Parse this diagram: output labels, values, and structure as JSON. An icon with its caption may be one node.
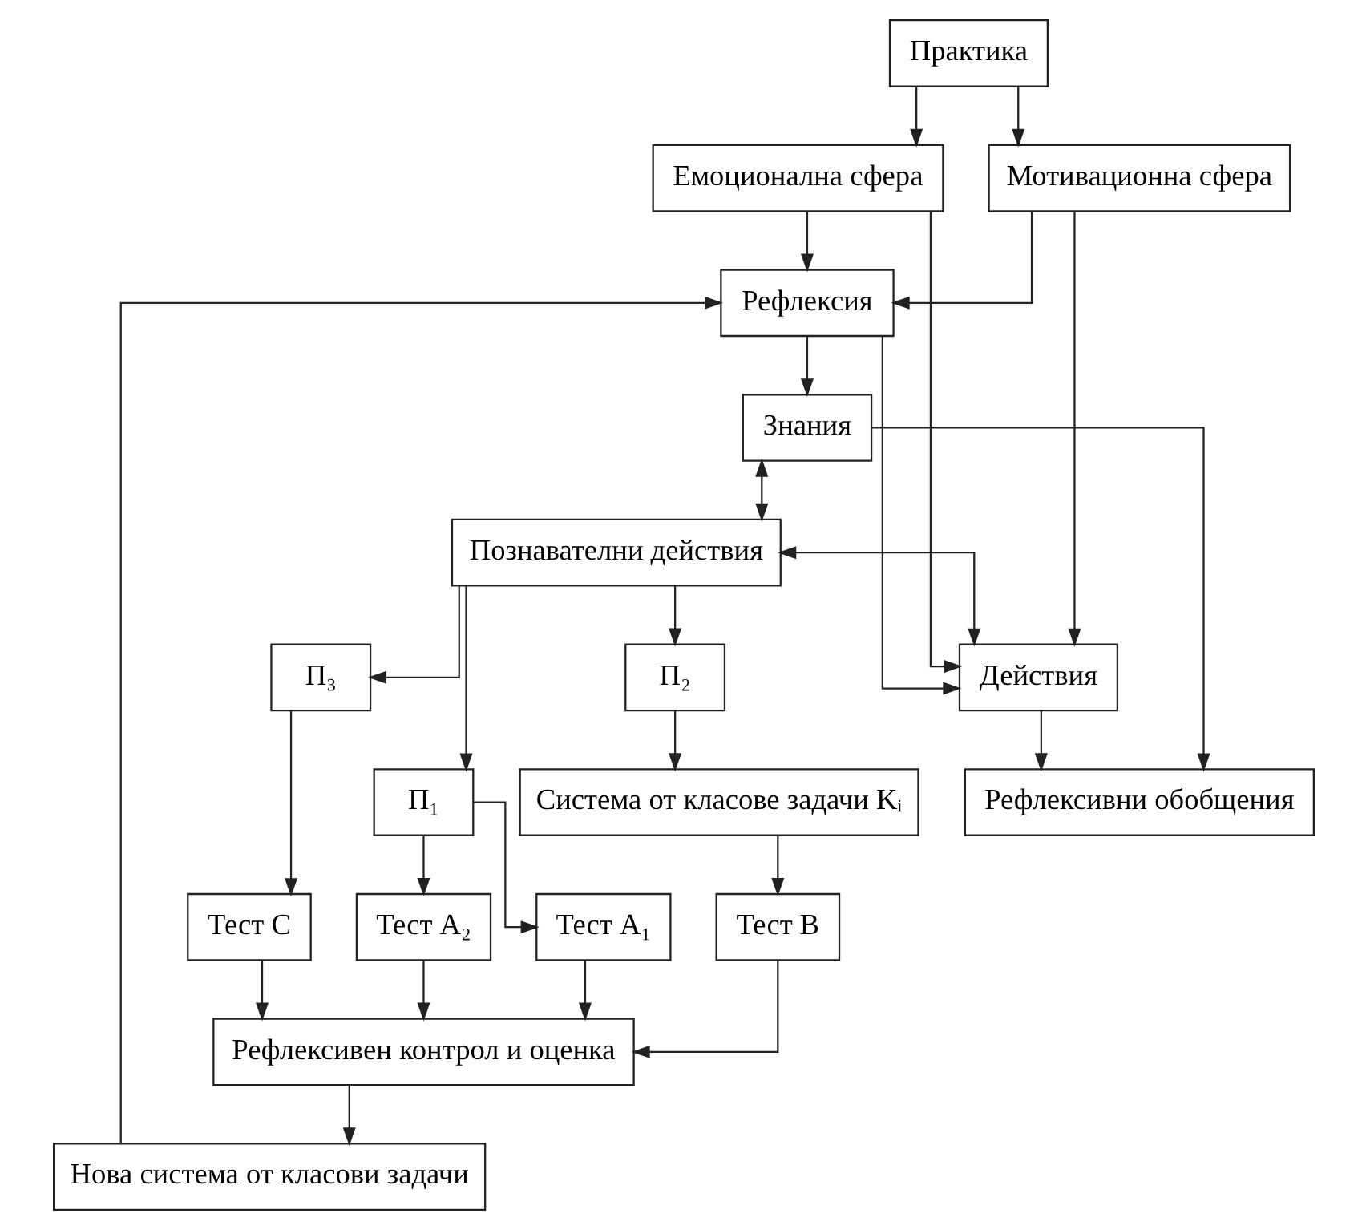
{
  "diagram": {
    "nodes": [
      {
        "text": [
          "Рефлексия"
        ]
      },
      {
        "text": [
          "Знания"
        ]
      },
      {
        "text": [
          "Рефлексивни обобщения"
        ]
      },
      {
        "text": [
          "Действия"
        ]
      },
      {
        "text": [
          "Емоционална сфера"
        ]
      },
      {
        "text": [
          "Практика"
        ]
      },
      {
        "text": [
          "Познавателни действия"
        ]
      },
      {
        "text": [
          "Мотивационна сфера"
        ]
      },
      {
        "text": [
          "П₁"
        ]
      },
      {
        "text": [
          "П₂"
        ]
      },
      {
        "text": [
          "П₃"
        ]
      },
      {
        "text": [
          "Нова система от класови задачи"
        ]
      },
      {
        "text": [
          "Тест A₁"
        ]
      },
      {
        "text": [
          "Тест A₂"
        ]
      },
      {
        "text": [
          "Тест C"
        ]
      },
      {
        "text": [
          "Система от класове задачи Kᵢ"
        ]
      },
      {
        "text": [
          "Тест B"
        ]
      },
      {
        "text": [
          "Рефлексивен контрол и оценка"
        ]
      }
    ],
    "edges": [
      {
        "from": 0,
        "to": 1,
        "arrow": "to"
      },
      {
        "from": 0,
        "to": 3,
        "arrow": "to"
      },
      {
        "from": 1,
        "to": 2,
        "arrow": "to"
      },
      {
        "from": 3,
        "to": 2,
        "arrow": "to"
      },
      {
        "from": 4,
        "to": 3,
        "arrow": "to"
      },
      {
        "from": 4,
        "to": 0,
        "arrow": "to"
      },
      {
        "from": 7,
        "to": 0,
        "arrow": "to"
      },
      {
        "from": 5,
        "to": 4,
        "arrow": "to"
      },
      {
        "from": 5,
        "to": 7,
        "arrow": "to"
      },
      {
        "from": 7,
        "to": 3,
        "arrow": "to"
      },
      {
        "from": 1,
        "to": 6,
        "arrow": "both"
      },
      {
        "from": 6,
        "to": 3,
        "arrow": "both"
      },
      {
        "from": 6,
        "to": 8,
        "arrow": "to"
      },
      {
        "from": 6,
        "to": 9,
        "arrow": "to"
      },
      {
        "from": 6,
        "to": 10,
        "arrow": "to"
      },
      {
        "from": 8,
        "to": 12,
        "arrow": "to"
      },
      {
        "from": 8,
        "to": 13,
        "arrow": "to"
      },
      {
        "from": 9,
        "to": 15,
        "arrow": "to"
      },
      {
        "from": 10,
        "to": 14,
        "arrow": "to"
      },
      {
        "from": 15,
        "to": 16,
        "arrow": "to"
      },
      {
        "from": 16,
        "to": 17,
        "arrow": "to"
      },
      {
        "from": 12,
        "to": 17,
        "arrow": "to"
      },
      {
        "from": 13,
        "to": 17,
        "arrow": "to"
      },
      {
        "from": 14,
        "to": 17,
        "arrow": "to"
      },
      {
        "from": 17,
        "to": 11,
        "arrow": "to"
      },
      {
        "from": 11,
        "to": 0,
        "arrow": "to"
      }
    ]
  }
}
